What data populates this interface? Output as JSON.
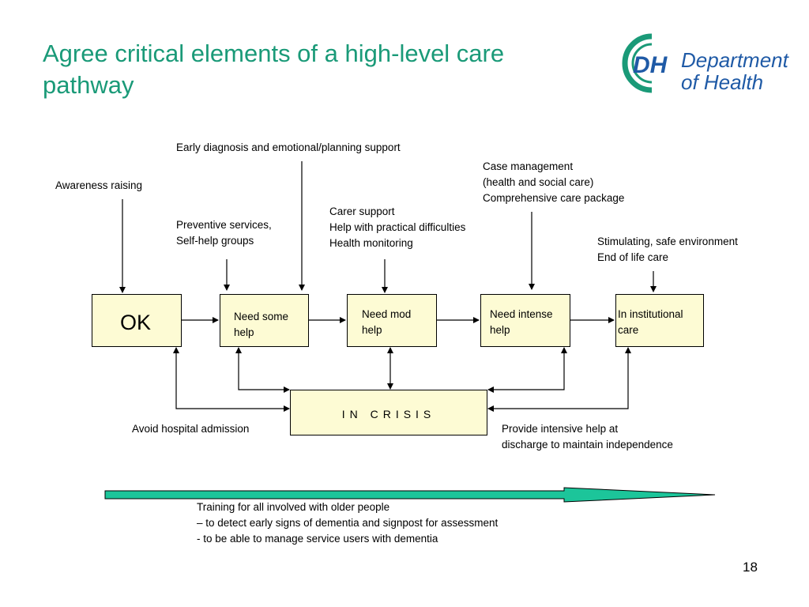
{
  "slide": {
    "title_line1": "Agree critical elements of a high-level care",
    "title_line2": "pathway",
    "page_number": "18"
  },
  "logo": {
    "mark": "DH",
    "line1": "Department",
    "line2": "of Health"
  },
  "labels": {
    "awareness": "Awareness raising",
    "early_diagnosis": "Early diagnosis and emotional/planning support",
    "preventive_1": "Preventive services,",
    "preventive_2": "Self-help groups",
    "carer_1": "Carer support",
    "carer_2": "Help with practical difficulties",
    "carer_3": "Health monitoring",
    "case_1": "Case management",
    "case_2": "(health and social care)",
    "case_3": "Comprehensive care package",
    "stim_1": "Stimulating, safe environment",
    "stim_2": "End of life care",
    "avoid": "Avoid hospital admission",
    "provide_1": "Provide intensive help at",
    "provide_2": "discharge to maintain independence",
    "training_1": "Training for all involved with older people",
    "training_2": "– to detect early signs of dementia and signpost for assessment",
    "training_3": "-  to be able to manage service users with dementia"
  },
  "boxes": {
    "ok": "OK",
    "some_1": "Need some",
    "some_2": "help",
    "mod_1": "Need mod",
    "mod_2": "help",
    "intense_1": "Need intense",
    "intense_2": "help",
    "inst_1": "In institutional",
    "inst_2": "care",
    "crisis": "IN CRISIS"
  },
  "colors": {
    "title": "#1a9a78",
    "box_fill": "#fdfbd4",
    "timeline_arrow": "#1cc59a",
    "logo_blue": "#1f5aa6",
    "logo_green": "#1a9a78"
  }
}
